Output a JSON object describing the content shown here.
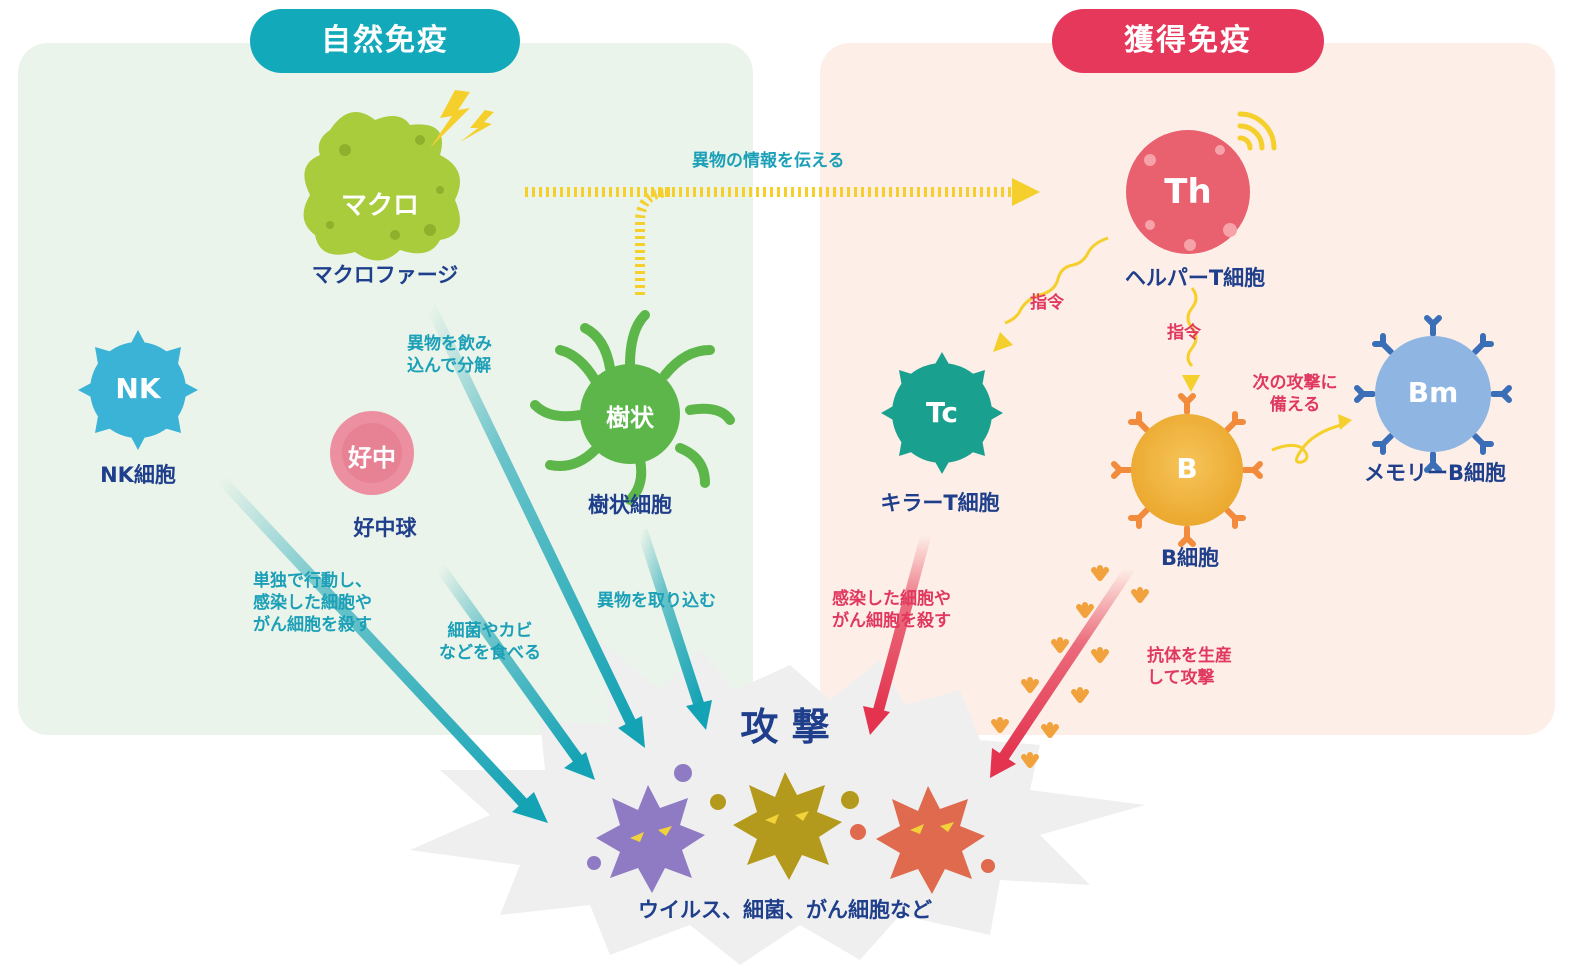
{
  "sections": {
    "innate": {
      "title": "自然免疫",
      "color": "#12a9bb",
      "bg": "#ebf4ea"
    },
    "adaptive": {
      "title": "獲得免疫",
      "color": "#e6385a",
      "bg": "#fdefe7"
    }
  },
  "cells": {
    "macro": {
      "abbr": "マクロ",
      "name": "マクロファージ",
      "color": "#a8cc3b"
    },
    "nk": {
      "abbr": "NK",
      "name": "NK細胞",
      "color": "#3bb3d6"
    },
    "neutro": {
      "abbr": "好中",
      "name": "好中球",
      "color": "#ec8fa0"
    },
    "dendritic": {
      "abbr": "樹状",
      "name": "樹状細胞",
      "color": "#5cb64a"
    },
    "helper": {
      "abbr": "Th",
      "name": "ヘルパーT細胞",
      "color": "#e9606f"
    },
    "killer": {
      "abbr": "Tc",
      "name": "キラーT細胞",
      "color": "#1aa08e"
    },
    "b": {
      "abbr": "B",
      "name": "B細胞",
      "color": "#f2b33c"
    },
    "memory": {
      "abbr": "Bm",
      "name": "メモリーB細胞",
      "color": "#8fb6e2"
    }
  },
  "annotations": {
    "info": "異物の情報を伝える",
    "engulf": [
      "異物を飲み",
      "込んで分解"
    ],
    "nk_action": [
      "単独で行動し、",
      "感染した細胞や",
      "がん細胞を殺す"
    ],
    "neutro_action": [
      "細菌やカビ",
      "などを食べる"
    ],
    "dendritic_action": "異物を取り込む",
    "command_left": "指令",
    "command_down": "指令",
    "memory_action": [
      "次の攻撃に",
      "備える"
    ],
    "killer_action": [
      "感染した細胞や",
      "がん細胞を殺す"
    ],
    "antibody_action": [
      "抗体を生産",
      "して攻撃"
    ]
  },
  "attack": {
    "title": "攻 撃",
    "targets": "ウイルス、細菌、がん細胞など"
  },
  "colors": {
    "navy": "#1f3f8c",
    "teal_arrow": "#14a3b4",
    "red_arrow": "#e3334e",
    "yellow": "#f5cf2c",
    "virus1": "#8f7bc4",
    "virus2": "#b49a1c",
    "virus3": "#df6a4e"
  }
}
